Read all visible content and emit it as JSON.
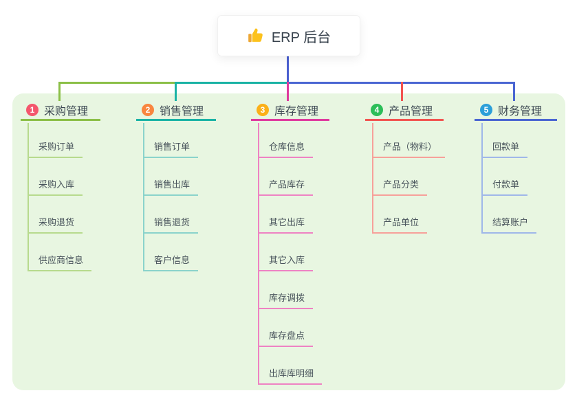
{
  "root": {
    "label": "ERP 后台",
    "icon": "thumbs-up-icon"
  },
  "colors": {
    "canvas_bg": "#ffffff",
    "panel_bg": "#e8f6e1",
    "root_connector": "#4a5fd0",
    "root_text": "#39434e",
    "sub_text": "#49545c"
  },
  "branches": [
    {
      "number": "1",
      "label": "采购管理",
      "badge_color": "#f4566c",
      "line_color": "#8bbf47",
      "sub_line_color": "#b7da8d",
      "items": [
        "采购订单",
        "采购入库",
        "采购退货",
        "供应商信息"
      ]
    },
    {
      "number": "2",
      "label": "销售管理",
      "badge_color": "#f9863f",
      "line_color": "#1ab3a5",
      "sub_line_color": "#8ad3cb",
      "items": [
        "销售订单",
        "销售出库",
        "销售退货",
        "客户信息"
      ]
    },
    {
      "number": "3",
      "label": "库存管理",
      "badge_color": "#fbb018",
      "line_color": "#df3a9e",
      "sub_line_color": "#ee82c3",
      "items": [
        "仓库信息",
        "产品库存",
        "其它出库",
        "其它入库",
        "库存调拨",
        "库存盘点",
        "出库库明细"
      ]
    },
    {
      "number": "4",
      "label": "产品管理",
      "badge_color": "#2cbe58",
      "line_color": "#f25450",
      "sub_line_color": "#f7a09a",
      "items": [
        "产品（物料）",
        "产品分类",
        "产品单位"
      ]
    },
    {
      "number": "5",
      "label": "财务管理",
      "badge_color": "#2b9fd9",
      "line_color": "#4a66d2",
      "sub_line_color": "#9fb7e9",
      "items": [
        "回款单",
        "付款单",
        "结算账户"
      ]
    }
  ]
}
